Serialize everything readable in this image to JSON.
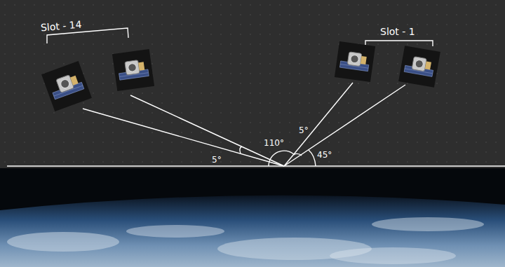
{
  "diagram": {
    "labels": [
      "Slot - 14",
      "Slot - 1",
      "5°",
      "110°",
      "5°",
      "45°"
    ]
  }
}
